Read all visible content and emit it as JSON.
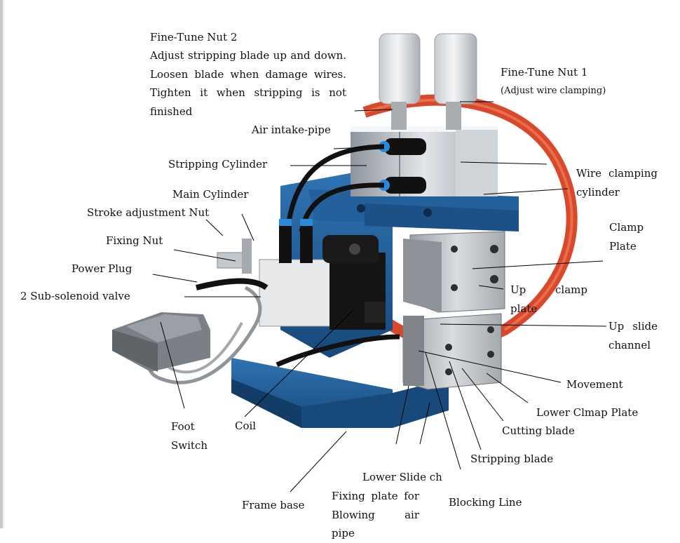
{
  "labels": {
    "fine_tune_nut_2_title": "Fine-Tune Nut 2",
    "fine_tune_nut_2_desc": "Adjust stripping blade up and down. Loosen blade when damage wires. Tighten it when stripping is not finished",
    "fine_tune_nut_1_title": "Fine-Tune Nut 1",
    "fine_tune_nut_1_desc": "(Adjust wire clamping)",
    "air_intake_pipe": "Air intake-pipe",
    "stripping_cylinder": "Stripping Cylinder",
    "wire_clamping_cylinder": "Wire clamping cylinder",
    "main_cylinder": "Main Cylinder",
    "stroke_adjustment_nut": "Stroke adjustment Nut",
    "fixing_nut": "Fixing Nut",
    "clamp_plate": "Clamp Plate",
    "power_plug": "Power Plug",
    "up_clamp_plate": "Up clamp plate",
    "sub_solenoid_valve": "2 Sub-solenoid valve",
    "up_slide_channel": "Up slide channel",
    "movement": "Movement",
    "lower_clamp_plate": "Lower Clmap Plate",
    "cutting_blade": "Cutting blade",
    "foot_switch": "Foot Switch",
    "coil": "Coil",
    "stripping_blade": "Stripping blade",
    "lower_slide_ch": "Lower Slide ch",
    "frame_base": "Frame base",
    "fixing_plate_blowing": "Fixing plate for Blowing air pipe",
    "blocking_line": "Blocking Line"
  },
  "colors": {
    "machine_blue": "#1f5c95",
    "steel": "#b9bfc6",
    "orange_hose": "#e0502a",
    "foot_pedal": "#8a8f95"
  }
}
